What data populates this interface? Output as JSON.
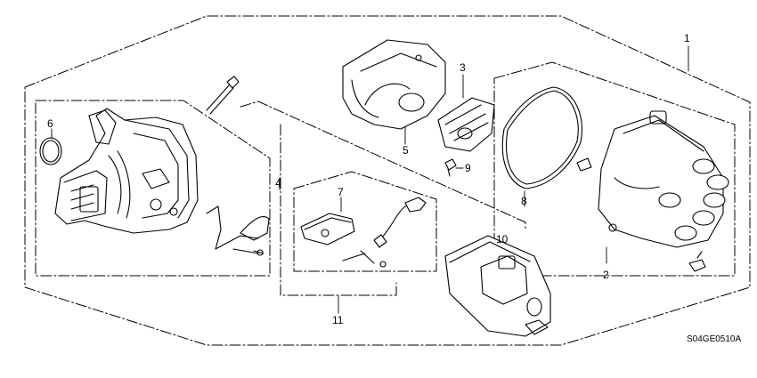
{
  "diagram": {
    "drawing_code": "S04GE0510A",
    "callouts": {
      "c1": "1",
      "c2": "2",
      "c3": "3",
      "c4": "4",
      "c5": "5",
      "c6": "6",
      "c7": "7",
      "c8": "8",
      "c9": "9",
      "c10": "10",
      "c11": "11"
    }
  }
}
